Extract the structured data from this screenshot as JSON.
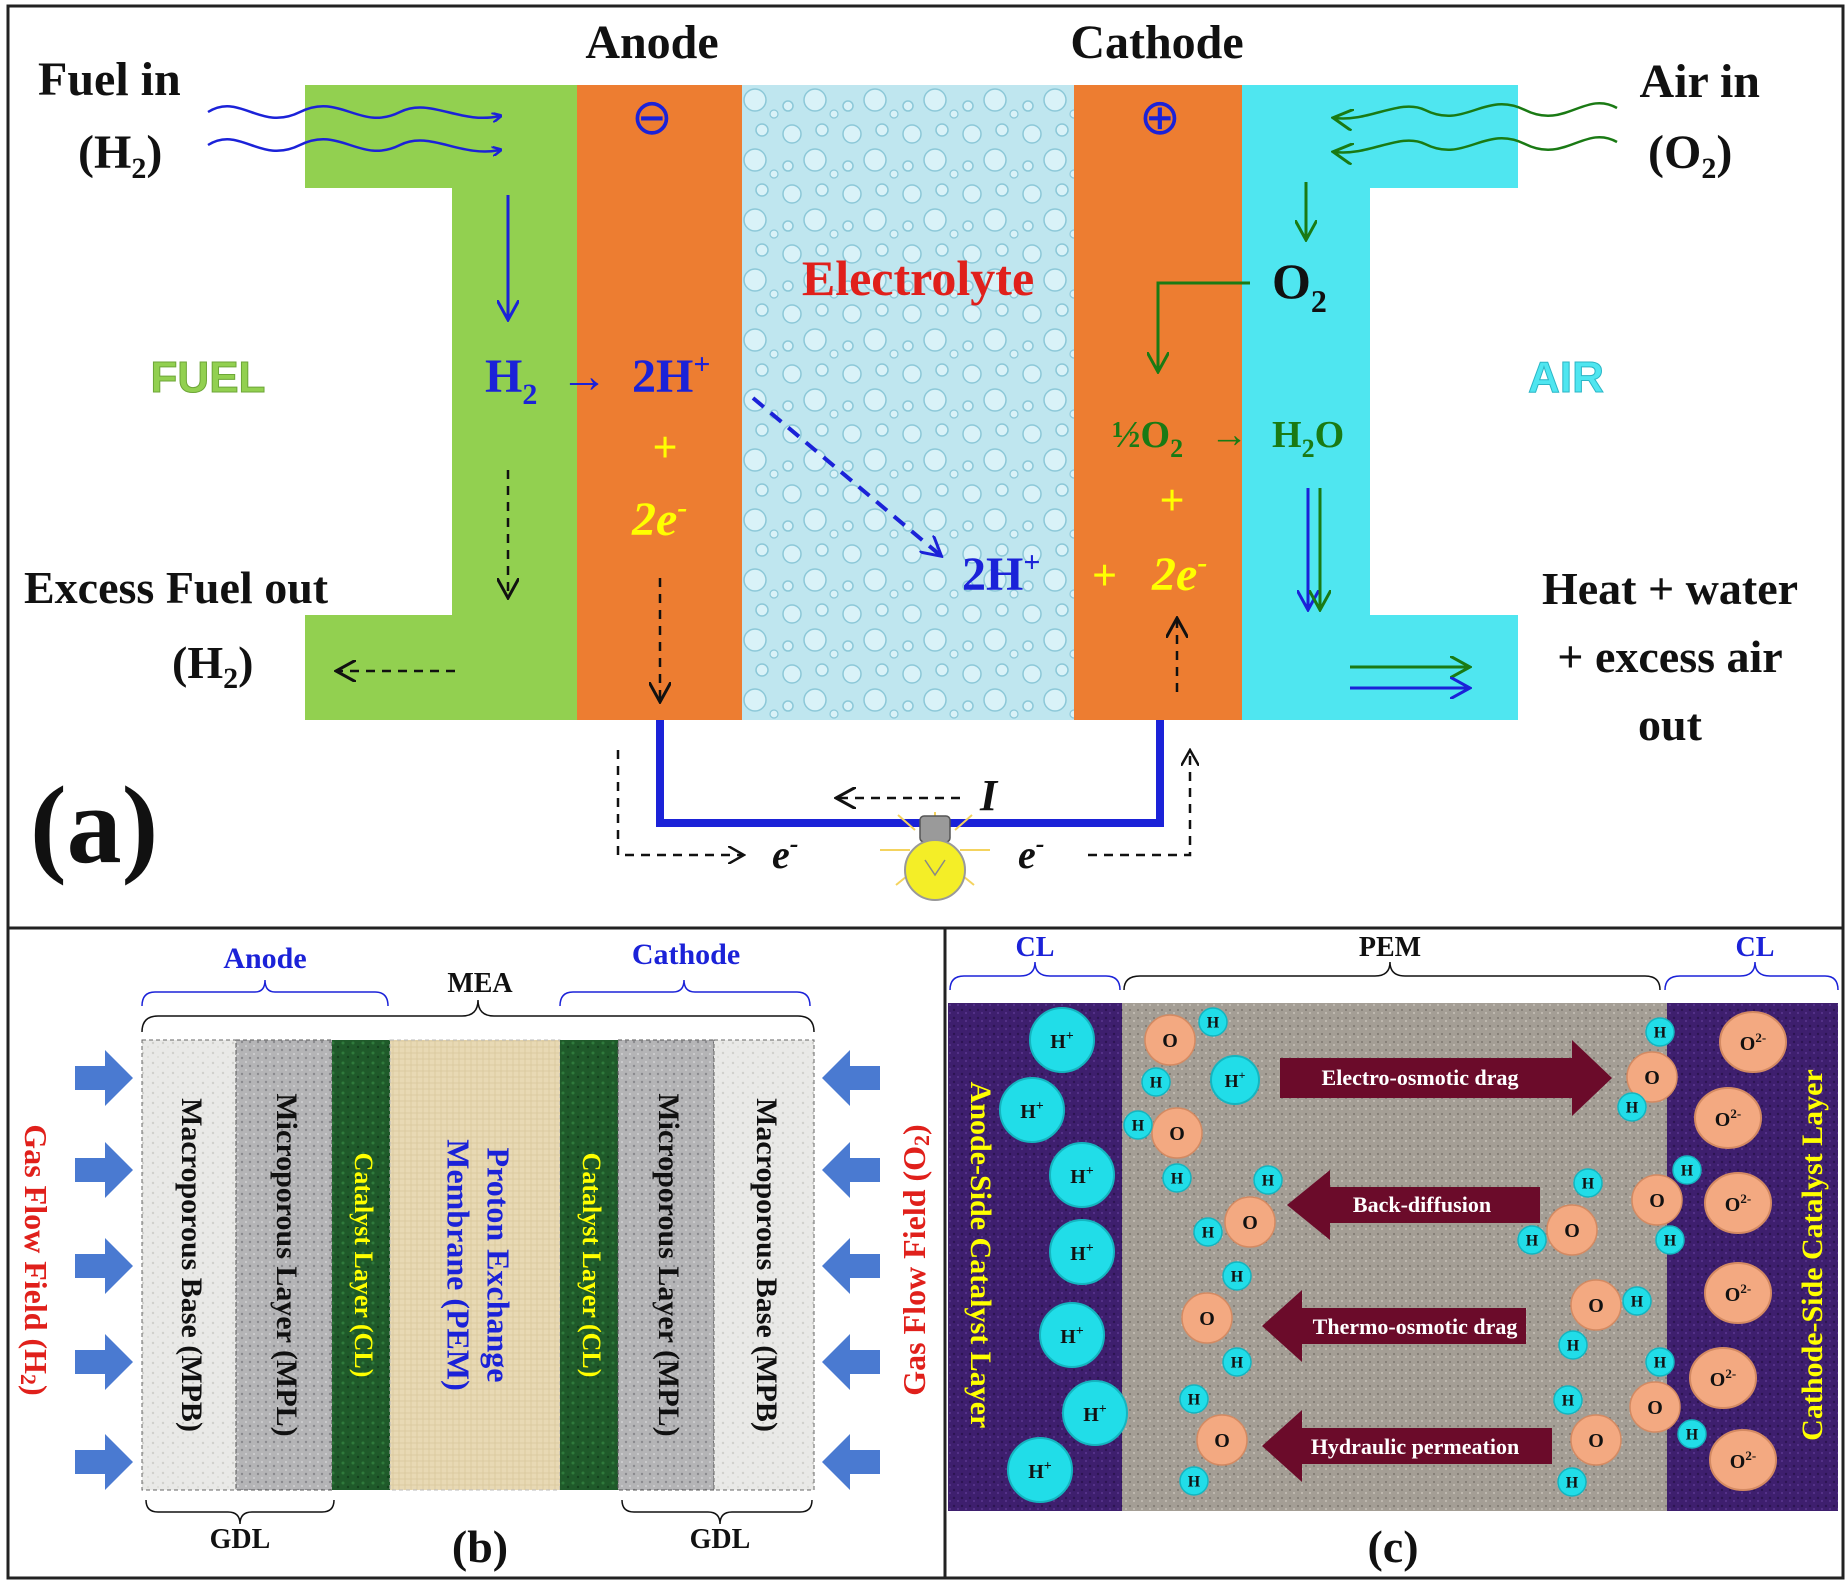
{
  "panel_a": {
    "anode_title": "Anode",
    "cathode_title": "Cathode",
    "anode_sign": "⊖",
    "cathode_sign": "⊕",
    "fuel_in": "Fuel in",
    "fuel_in_formula": "(H",
    "fuel_in_sub": "2",
    "fuel_in_close": ")",
    "air_in": "Air in",
    "air_in_formula": "(O",
    "air_in_sub": "2",
    "air_in_close": ")",
    "fuel_label": "FUEL",
    "air_label": "AIR",
    "electrolyte_label": "Electrolyte",
    "o2_text": "O",
    "o2_sub": "2",
    "anode_h2": "H",
    "anode_h2_sub": "2",
    "anode_arrow": "→",
    "anode_2h": "2H",
    "anode_2h_sup": "+",
    "anode_plus": "+",
    "anode_2e": "2e",
    "anode_2e_sup": "-",
    "cath_half": "½O",
    "cath_half_sub": "2",
    "cath_arrow": "→",
    "cath_h2o_h": "H",
    "cath_h2o_sub": "2",
    "cath_h2o_o": "O",
    "cath_plus": "+",
    "cath_2h": "2H",
    "cath_2h_sup": "+",
    "cath_plus2": "+",
    "cath_2e": "2e",
    "cath_2e_sup": "-",
    "excess_fuel": "Excess Fuel out",
    "excess_fuel_formula": "(H",
    "excess_fuel_sub": "2",
    "excess_fuel_close": ")",
    "exhaust_line1": "Heat + water",
    "exhaust_line2": "+ excess air",
    "exhaust_line3": "out",
    "current_label": "I",
    "electron_left": "e",
    "electron_left_sup": "-",
    "electron_right": "e",
    "electron_right_sup": "-",
    "panel_label": "(a)"
  },
  "panel_b": {
    "anode_bracket": "Anode",
    "cathode_bracket": "Cathode",
    "mea_bracket": "MEA",
    "gdl_left": "GDL",
    "gdl_right": "GDL",
    "left_flow": "Gas Flow Field (H",
    "left_flow_sub": "2",
    "left_flow_close": ")",
    "right_flow": "Gas Flow Field (O",
    "right_flow_sub": "2",
    "right_flow_close": ")",
    "layers": [
      "Macroporous Base (MPB)",
      "Microporous Layer (MPL)",
      "Catalyst Layer (CL)",
      "Proton Exchange",
      "Membrane (PEM)",
      "Catalyst Layer (CL)",
      "Microporous Layer (MPL)",
      "Macroporous Base (MPB)"
    ],
    "panel_label": "(b)"
  },
  "panel_c": {
    "cl_left": "CL",
    "pem": "PEM",
    "cl_right": "CL",
    "anode_side": "Anode-Side Catalyst Layer",
    "cathode_side": "Cathode-Side Catalyst Layer",
    "arrows": [
      "Electro-osmotic drag",
      "Back-diffusion",
      "Thermo-osmotic drag",
      "Hydraulic permeation"
    ],
    "proton": "H",
    "proton_sup": "+",
    "oxide": "O",
    "oxide_sup": "2-",
    "h_atom": "H",
    "o_atom": "O",
    "panel_label": "(c)"
  }
}
